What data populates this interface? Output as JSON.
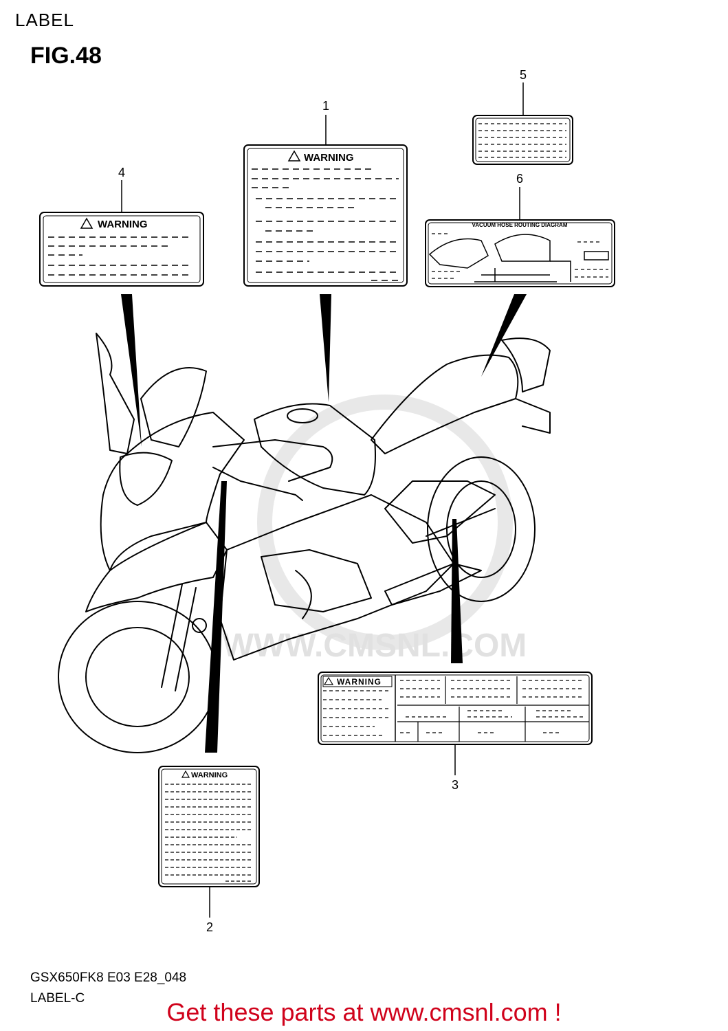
{
  "header": {
    "section": "LABEL",
    "figure": "FIG.48"
  },
  "callouts": [
    "1",
    "2",
    "3",
    "4",
    "5",
    "6"
  ],
  "labels": {
    "warning": "WARNING",
    "warning_spaced": "WARNING",
    "vacuum_diagram": "VACUUM HOSE ROUTING DIAGRAM"
  },
  "watermark": "WWW.CMSNL.COM",
  "footer": {
    "model": "GSX650FK8 E03 E28_048",
    "variant": "LABEL-C",
    "link": "Get these parts at www.cmsnl.com !"
  },
  "colors": {
    "ink": "#000000",
    "link": "#d0021b",
    "watermark": "#d9d9d9"
  }
}
